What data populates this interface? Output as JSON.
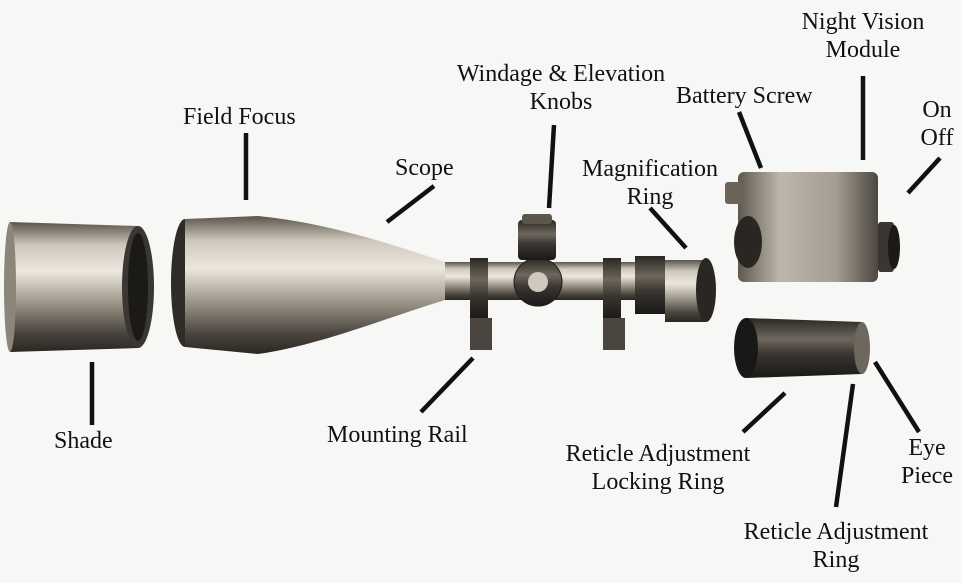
{
  "labels": {
    "night_vision_1": "Night Vision",
    "night_vision_2": "Module",
    "windage_1": "Windage & Elevation",
    "windage_2": "Knobs",
    "battery_screw": "Battery Screw",
    "field_focus": "Field Focus",
    "on": "On",
    "off": "Off",
    "scope": "Scope",
    "magnification_1": "Magnification",
    "magnification_2": "Ring",
    "shade": "Shade",
    "mounting_rail": "Mounting Rail",
    "reticle_locking_1": "Reticle Adjustment",
    "reticle_locking_2": "Locking Ring",
    "eye_1": "Eye",
    "eye_2": "Piece",
    "reticle_ring_1": "Reticle Adjustment",
    "reticle_ring_2": "Ring"
  },
  "colors": {
    "background": "#f7f7f5",
    "metal_light": "#d8d2c8",
    "metal_mid": "#8f887c",
    "metal_dark": "#2b2824",
    "leader": "#111111"
  }
}
